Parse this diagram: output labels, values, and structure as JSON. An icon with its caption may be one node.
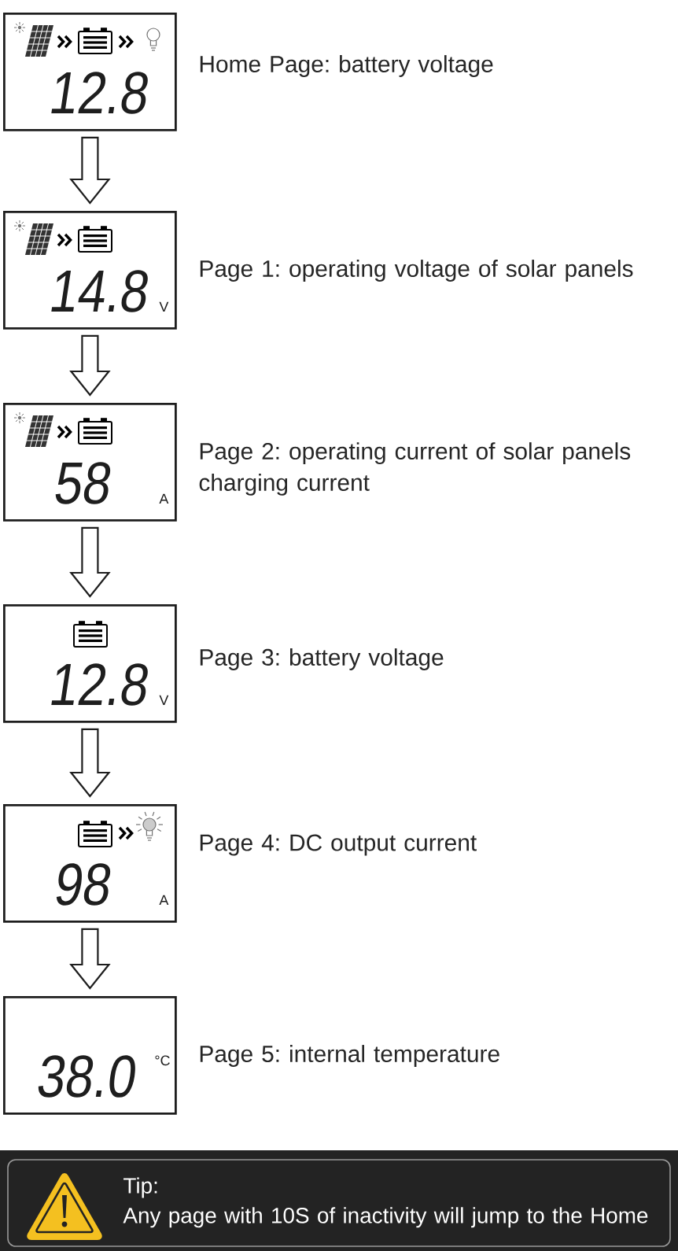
{
  "diagram": {
    "nodes": [
      {
        "text": [
          "12.8"
        ],
        "beside": [
          "Home Page: battery voltage"
        ]
      },
      {
        "text": [
          "14.8",
          "V"
        ],
        "beside": [
          "Page 1: operating voltage of solar panels"
        ]
      },
      {
        "text": [
          "58",
          "A"
        ],
        "beside": [
          "Page 2: operating current of solar panels charging current"
        ]
      },
      {
        "text": [
          "12.8",
          "V"
        ],
        "beside": [
          "Page 3: battery voltage"
        ]
      },
      {
        "text": [
          "98",
          "A"
        ],
        "beside": [
          "Page 4: DC output current"
        ]
      },
      {
        "text": [
          "38.0",
          "°C"
        ],
        "beside": [
          "Page 5: internal temperature"
        ]
      },
      {
        "text": [
          "Tip:",
          "Any page with 10S of inactivity will jump to the Home"
        ]
      }
    ],
    "edges": [
      {
        "from": 0,
        "to": 1,
        "arrow": "to"
      },
      {
        "from": 1,
        "to": 2,
        "arrow": "to"
      },
      {
        "from": 2,
        "to": 3,
        "arrow": "to"
      },
      {
        "from": 3,
        "to": 4,
        "arrow": "to"
      },
      {
        "from": 4,
        "to": 5,
        "arrow": "to"
      }
    ]
  }
}
